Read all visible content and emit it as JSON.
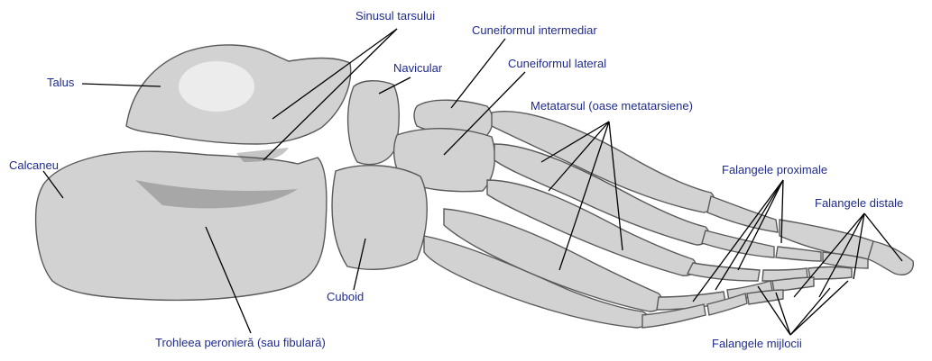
{
  "colors": {
    "label_text": "#1f2a8f",
    "leader_line": "#000000",
    "bone_fill": "#d2d2d2",
    "bone_light": "#ececec",
    "bone_shadow": "#5a5a5a",
    "background": "#ffffff"
  },
  "labels": {
    "sinusul_tarsului": "Sinusul tarsului",
    "cuneiformul_intermediar": "Cuneiformul intermediar",
    "talus": "Talus",
    "navicular": "Navicular",
    "cuneiformul_lateral": "Cuneiformul lateral",
    "metatarsul": "Metatarsul (oase metatarsiene)",
    "calcaneu": "Calcaneu",
    "falangele_proximale": "Falangele proximale",
    "falangele_distale": "Falangele distale",
    "cuboid": "Cuboid",
    "trohleea": "Trohleea peronieră (sau fibulară)",
    "falangele_mijlocii": "Falangele mijlocii"
  }
}
